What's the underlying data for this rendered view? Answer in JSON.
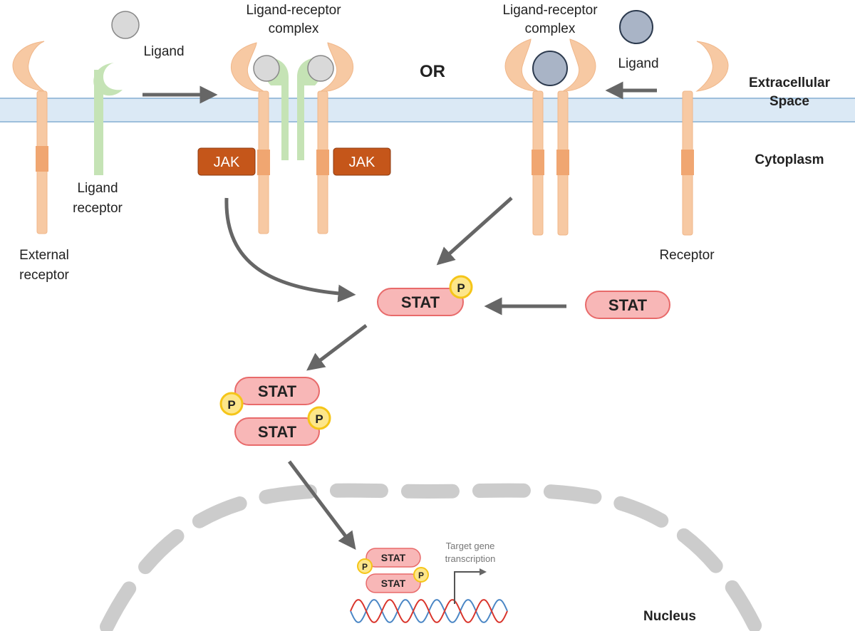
{
  "labels": {
    "ligand_left": "Ligand",
    "ligand_right": "Ligand",
    "complex_left_line1": "Ligand-receptor",
    "complex_left_line2": "complex",
    "complex_right_line1": "Ligand-receptor",
    "complex_right_line2": "complex",
    "or": "OR",
    "extracellular_line1": "Extracellular",
    "extracellular_line2": "Space",
    "cytoplasm": "Cytoplasm",
    "ligand_receptor_line1": "Ligand",
    "ligand_receptor_line2": "receptor",
    "external_receptor_line1": "External",
    "external_receptor_line2": "receptor",
    "receptor": "Receptor",
    "nucleus": "Nucleus",
    "target_gene_line1": "Target gene",
    "target_gene_line2": "transcription"
  },
  "proteins": {
    "jak": "JAK",
    "stat": "STAT",
    "phosphate": "P"
  },
  "colors": {
    "receptor": "#f7c9a3",
    "receptor_band": "#f0a671",
    "ligand_receptor": "#c5e3b5",
    "jak": "#c5561a",
    "stat_fill": "#f8b7b7",
    "stat_stroke": "#e86a6a",
    "phosphate_fill": "#fde68a",
    "phosphate_stroke": "#f5c518",
    "membrane": "#dbe9f5",
    "membrane_line": "#9dbfdc",
    "arrow": "#666666",
    "ligand_gray": "#d9d9d9",
    "ligand_blue": "#a9b4c6",
    "nucleus_dash": "#cccccc",
    "dna_blue": "#4a86c5",
    "dna_red": "#d9342b"
  }
}
